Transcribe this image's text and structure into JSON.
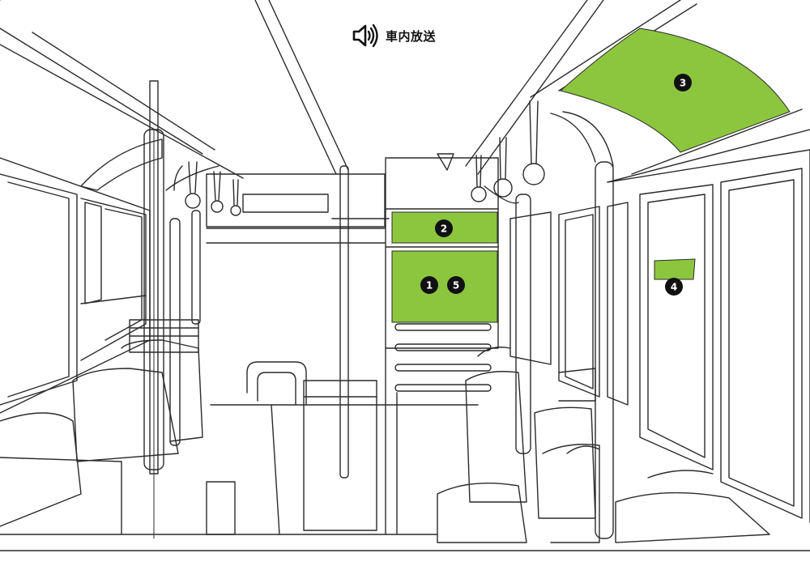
{
  "header": {
    "icon": "speaker-icon",
    "title": "車内放送"
  },
  "colors": {
    "highlight": "#8cc63f",
    "line": "#2a2a2a",
    "marker": "#111111",
    "background": "#ffffff"
  },
  "markers": [
    {
      "id": "area-2",
      "label": "2"
    },
    {
      "id": "area-1",
      "label": "1"
    },
    {
      "id": "area-5",
      "label": "5"
    },
    {
      "id": "area-3",
      "label": "3"
    },
    {
      "id": "area-4",
      "label": "4"
    }
  ]
}
